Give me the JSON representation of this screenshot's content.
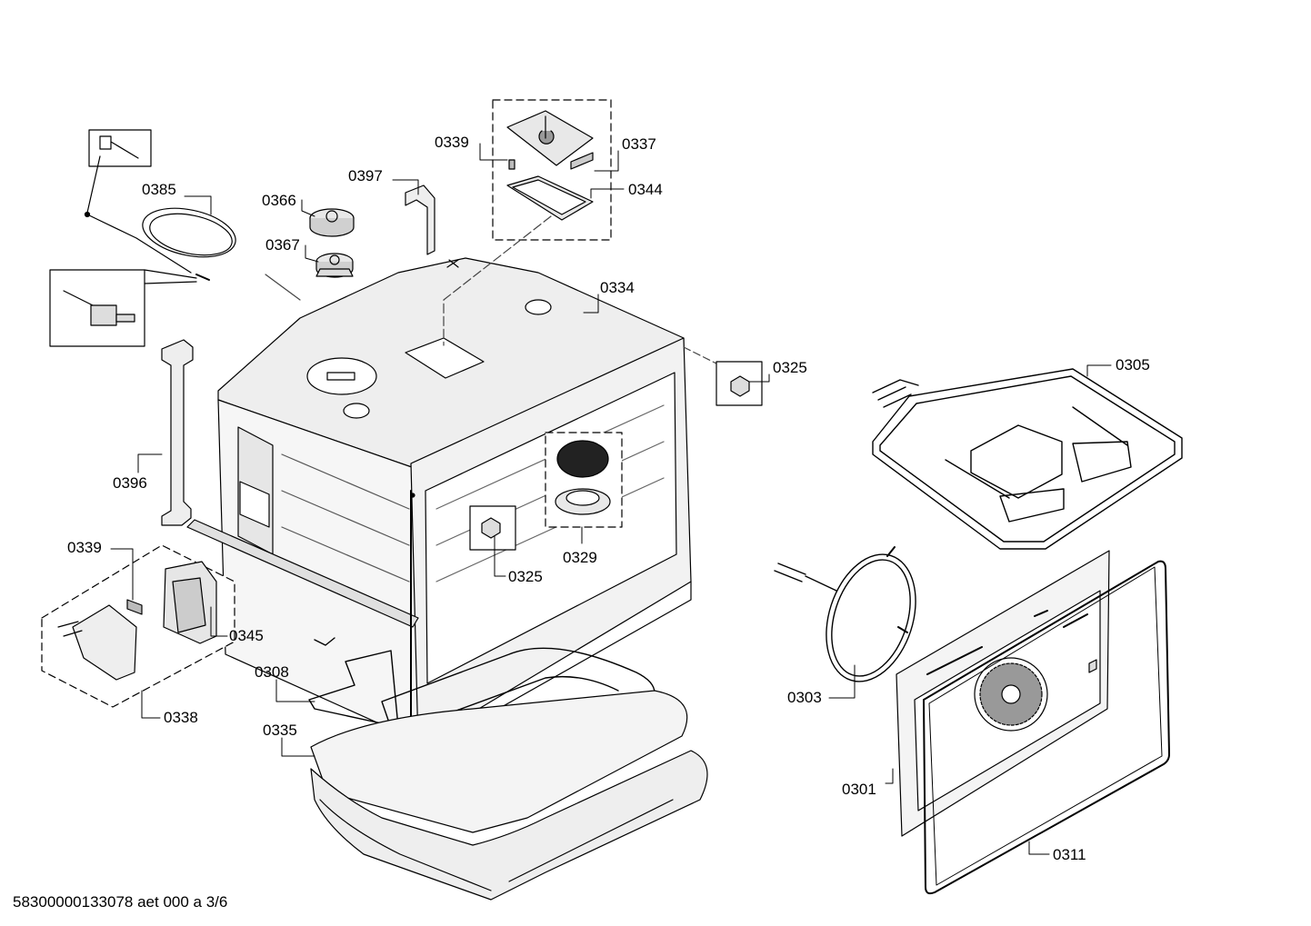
{
  "labels": {
    "p0385": "0385",
    "p0366": "0366",
    "p0367": "0367",
    "p0397": "0397",
    "p0339_top": "0339",
    "p0337": "0337",
    "p0344": "0344",
    "p0334": "0334",
    "p0325_right": "0325",
    "p0305": "0305",
    "p0396": "0396",
    "p0329": "0329",
    "p0325_center": "0325",
    "p0339_left": "0339",
    "p0345": "0345",
    "p0338": "0338",
    "p0308": "0308",
    "p0335": "0335",
    "p0303": "0303",
    "p0301": "0301",
    "p0311": "0311"
  },
  "footer": "58300000133078 aet 000 a 3/6"
}
